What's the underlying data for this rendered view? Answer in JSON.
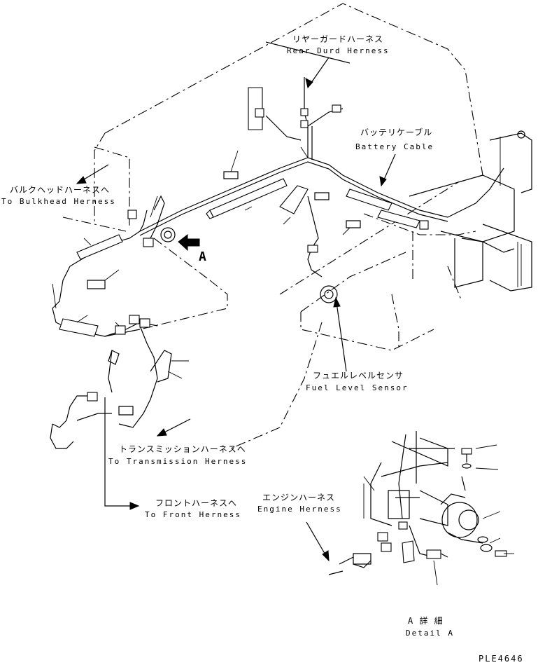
{
  "labels": {
    "rear_guard_jp": "リヤーガードハーネス",
    "rear_guard_en": "Rear Durd Herness",
    "battery_cable_jp": "バッテリケーブル",
    "battery_cable_en": "Battery Cable",
    "bulkhead_jp": "バルクヘッドハーネスへ",
    "bulkhead_en": "To Bulkhead Herness",
    "detail_marker": "A",
    "fuel_level_jp": "フュエルレベルセンサ",
    "fuel_level_en": "Fuel Level Sensor",
    "transmission_jp": "トランスミッションハーネスへ",
    "transmission_en": "To Transmission Herness",
    "front_jp": "フロントハーネスへ",
    "front_en": "To Front Herness",
    "engine_jp": "エンジンハーネス",
    "engine_en": "Engine Herness",
    "detail_jp": "A 詳 細",
    "detail_en": "Detail A",
    "drawing_number": "PLE4646"
  }
}
